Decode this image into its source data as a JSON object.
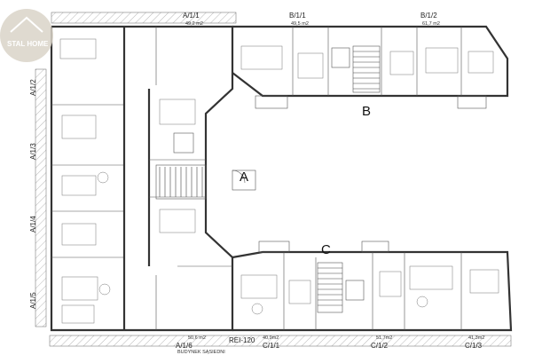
{
  "logo": {
    "text": "STAL HOME"
  },
  "sections": {
    "a": "A",
    "b": "B",
    "c": "C"
  },
  "units_top": [
    {
      "label": "A/1/1",
      "area": "49,2 m2"
    },
    {
      "label": "B/1/1",
      "area": "49,5 m2"
    },
    {
      "label": "B/1/2",
      "area": "61,7 m2"
    }
  ],
  "units_left": [
    {
      "label": "A/1/2"
    },
    {
      "label": "A/1/3"
    },
    {
      "label": "A/1/4"
    },
    {
      "label": "A/1/5"
    }
  ],
  "units_bottom": [
    {
      "label": "A/1/6",
      "area": "50,6 m2"
    },
    {
      "label": "C/1/1",
      "area": "40,9m2"
    },
    {
      "label": "C/1/2",
      "area": "51,7m2"
    },
    {
      "label": "C/1/3",
      "area": "41,3m2"
    }
  ],
  "fire_wall": "REI-120",
  "neighbor": "BUDYNEK SĄSIEDNI"
}
